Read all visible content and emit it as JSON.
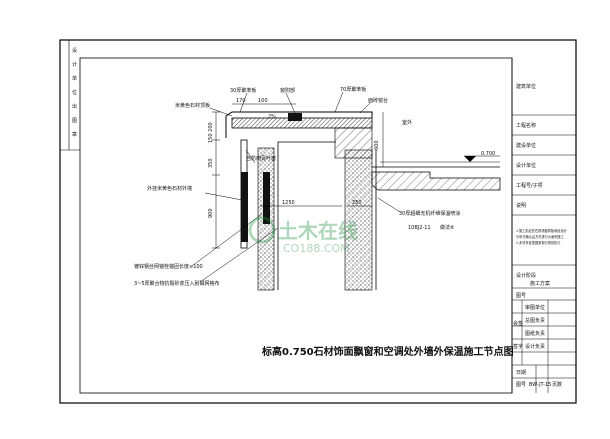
{
  "drawing": {
    "title": "标高0.750石材饰面飘窗和空调处外墙外保温施工节点图",
    "watermark": "土木在线",
    "watermark_sub": "CO188.COM"
  },
  "annotations": {
    "board30": "30厚聚苯板",
    "sill_part": "窗附部",
    "board70": "70厚聚苯板",
    "window_sill": "面砖窗台",
    "stone_board": "米黄色石材顶板",
    "dim_170": "170",
    "dim_100": "100",
    "slope": "2%",
    "outdoor": "室外",
    "dim_600": "600",
    "dim_150_200": "150 200",
    "dim_350": "350",
    "window_open": "自防雨百叶窗",
    "elev": "0.700",
    "stone_wall": "外挂米黄色石材外墙",
    "dim_900": "900",
    "dim_1250": "1250",
    "dim_250": "250",
    "insulation": "30厚超细无机纤维保温喷涂",
    "atlas_ref": "10BJ2-11",
    "atlas_node": "做法⑥",
    "mesh_note": "镀锌钢丝网锚栓锚固长度≥100",
    "plaster_note": "3~5厚聚合物抗裂砂浆压入耐碱网格布"
  },
  "left_strip": [
    "设",
    "计",
    "单",
    "位",
    "出",
    "图",
    "章"
  ],
  "title_block": {
    "rows": [
      {
        "label": "建筑单位",
        "value": ""
      },
      {
        "label": "工程名称",
        "value": ""
      },
      {
        "label": "建设单位",
        "value": ""
      },
      {
        "label": "设计单位",
        "value": ""
      },
      {
        "label": "工程号/子项",
        "value": ""
      },
      {
        "label": "说明",
        "value": ""
      }
    ],
    "note_lines": [
      "1.施工前应先在现场做样板墙经设计",
      "与甲方确认后方可进行大面积施工",
      "2.未尽事宜按国家现行规范执行"
    ],
    "stage_label": "设计阶段",
    "stage_value": "施工方案",
    "drawing_no_label": "图号",
    "signers": [
      {
        "label": "审图单位"
      },
      {
        "label": "总图负责"
      },
      {
        "label": "图纸负责"
      },
      {
        "label": "设计负责"
      }
    ],
    "side_label_a": "会签",
    "side_label_b": "签字",
    "date_label": "日期",
    "number_label": "图号",
    "number_value": "BW-JT-15",
    "page_label": "页数"
  }
}
